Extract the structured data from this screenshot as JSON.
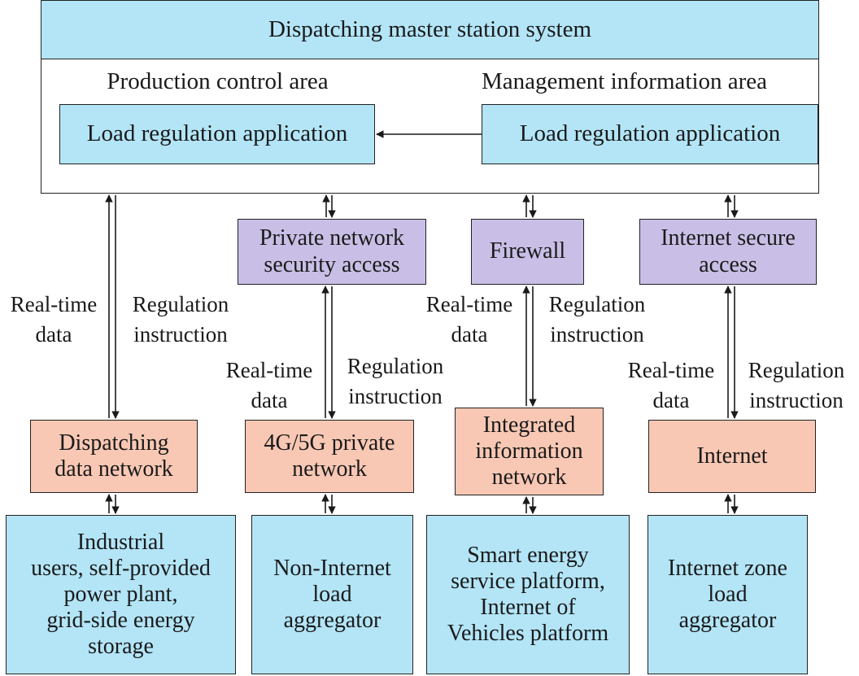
{
  "master": {
    "title": "Dispatching master station system",
    "production_area_label": "Production control area",
    "management_area_label": "Management information area",
    "production_app": "Load regulation application",
    "management_app": "Load regulation application"
  },
  "access": {
    "private": "Private network\nsecurity access",
    "firewall": "Firewall",
    "internet_secure": "Internet secure\naccess"
  },
  "networks": {
    "dispatching": "Dispatching\ndata network",
    "private_4g5g": "4G/5G private\nnetwork",
    "integrated": "Integrated\ninformation\nnetwork",
    "internet": "Internet"
  },
  "endpoints": {
    "industrial": "Industrial\nusers, self-provided\npower plant,\ngrid-side energy\nstorage",
    "non_internet": "Non-Internet\nload\naggregator",
    "smart_energy": "Smart energy\nservice platform,\nInternet of\nVehicles platform",
    "internet_zone": "Internet zone\nload\naggregator"
  },
  "flow_labels": {
    "realtime": "Real-time\ndata",
    "regulation": "Regulation\ninstruction"
  },
  "colors": {
    "box_blue": "#b3e5f7",
    "box_purple": "#c9bfe6",
    "box_salmon": "#f8c8b4"
  }
}
